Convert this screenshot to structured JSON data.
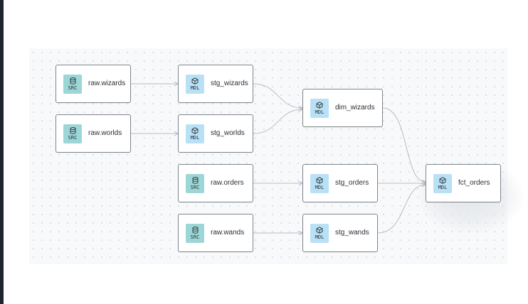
{
  "nodes": [
    {
      "id": "raw_wizards",
      "kind": "SRC",
      "label": "raw.wizards"
    },
    {
      "id": "raw_worlds",
      "kind": "SRC",
      "label": "raw.worlds"
    },
    {
      "id": "stg_wizards",
      "kind": "MDL",
      "label": "stg_wizards"
    },
    {
      "id": "stg_worlds",
      "kind": "MDL",
      "label": "stg_worlds"
    },
    {
      "id": "dim_wizards",
      "kind": "MDL",
      "label": "dim_wizards"
    },
    {
      "id": "raw_orders",
      "kind": "SRC",
      "label": "raw.orders"
    },
    {
      "id": "stg_orders",
      "kind": "MDL",
      "label": "stg_orders"
    },
    {
      "id": "raw_wands",
      "kind": "SRC",
      "label": "raw.wands"
    },
    {
      "id": "stg_wands",
      "kind": "MDL",
      "label": "stg_wands"
    },
    {
      "id": "fct_orders",
      "kind": "MDL",
      "label": "fct_orders"
    }
  ],
  "edges": [
    {
      "from": "raw_wizards",
      "to": "stg_wizards"
    },
    {
      "from": "raw_worlds",
      "to": "stg_worlds"
    },
    {
      "from": "stg_wizards",
      "to": "dim_wizards"
    },
    {
      "from": "stg_worlds",
      "to": "dim_wizards"
    },
    {
      "from": "raw_orders",
      "to": "stg_orders"
    },
    {
      "from": "raw_wands",
      "to": "stg_wands"
    },
    {
      "from": "dim_wizards",
      "to": "fct_orders"
    },
    {
      "from": "stg_orders",
      "to": "fct_orders"
    },
    {
      "from": "stg_wands",
      "to": "fct_orders"
    }
  ],
  "colors": {
    "src_badge": "#9cd6d6",
    "mdl_badge": "#b9e1f6",
    "node_border": "#7f858c",
    "edge": "#b7bcc4",
    "canvas": "#f8f9fa",
    "left_rail": "#1f2430"
  },
  "icons": {
    "source": "database-icon",
    "model": "cube-icon"
  }
}
